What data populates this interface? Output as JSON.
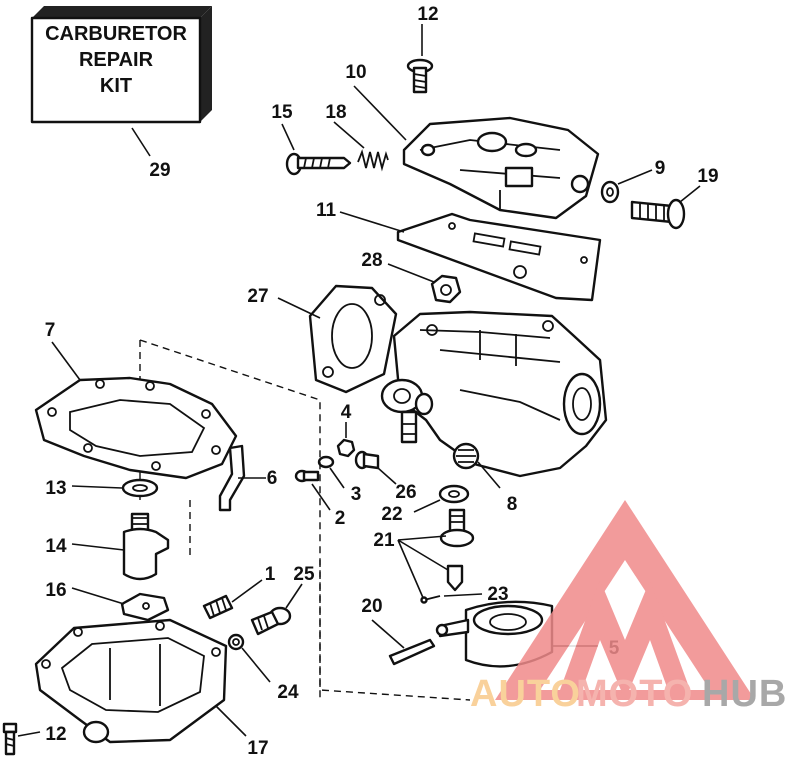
{
  "kit_box": {
    "lines": [
      "CARBURETOR",
      "REPAIR",
      "KIT"
    ]
  },
  "callouts": [
    "1",
    "2",
    "3",
    "4",
    "5",
    "6",
    "7",
    "8",
    "9",
    "10",
    "11",
    "12",
    "12",
    "13",
    "14",
    "15",
    "16",
    "17",
    "18",
    "19",
    "20",
    "21",
    "22",
    "23",
    "24",
    "25",
    "26",
    "27",
    "28",
    "29"
  ],
  "watermark": {
    "part1": "AUTO",
    "part2": "MOTO",
    "part3": "HUB",
    "color_triangle": "#f08a8a",
    "color_auto": "#f9c98a",
    "color_moto": "#f4a6a0",
    "color_hub": "#9a9a9a"
  }
}
